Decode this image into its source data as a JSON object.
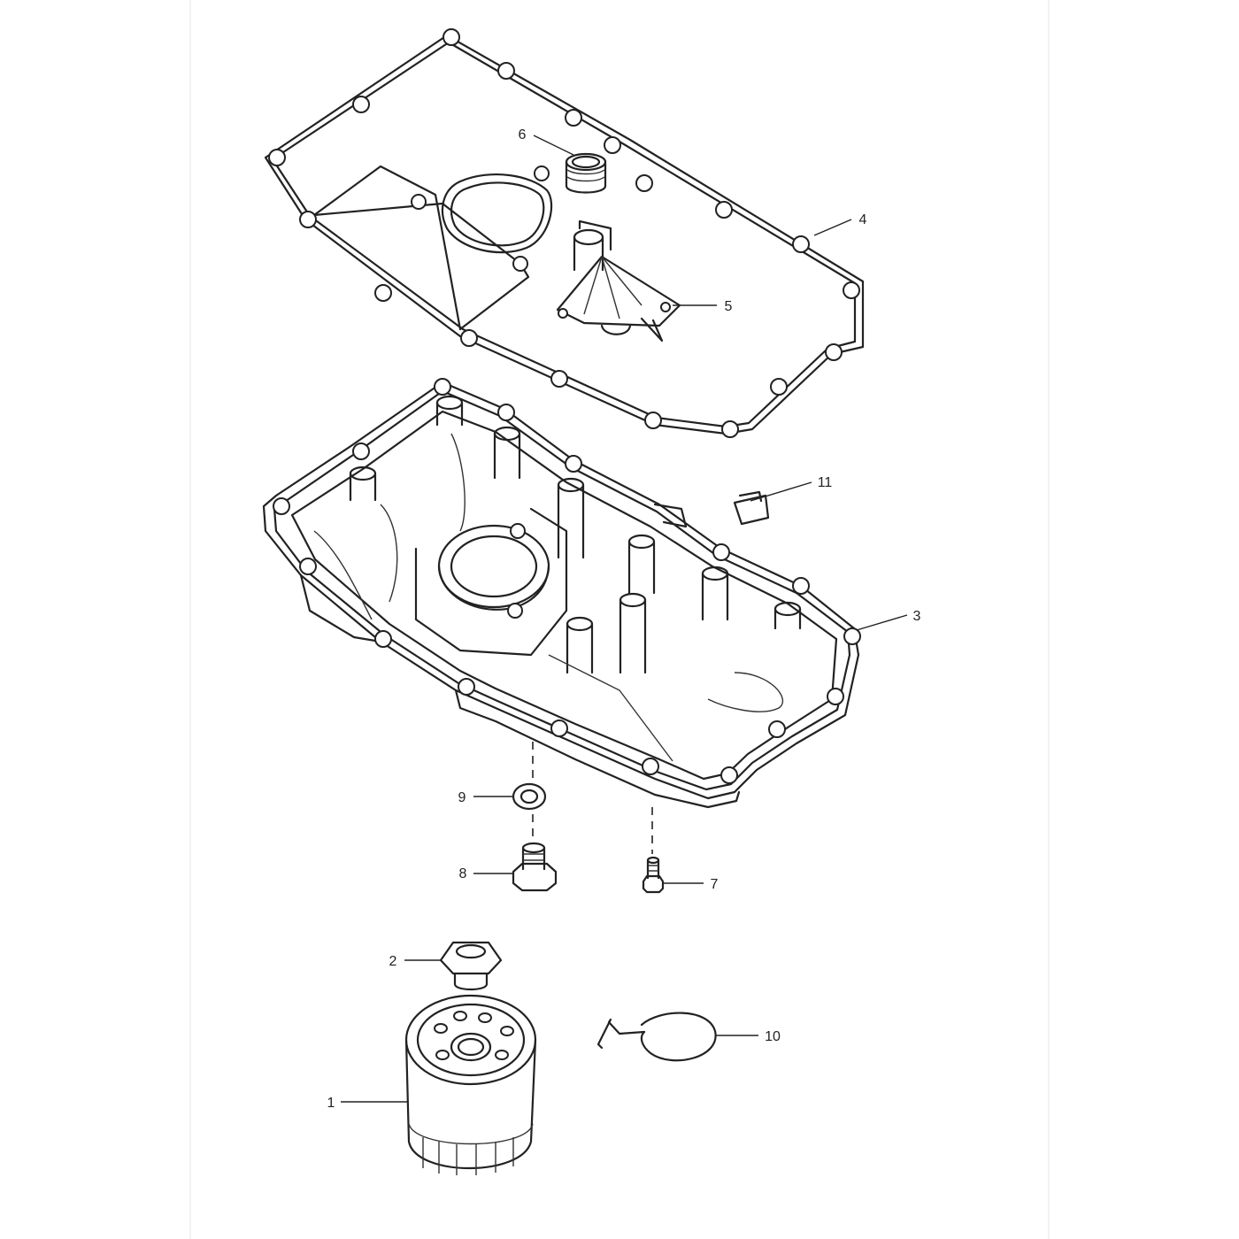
{
  "callouts": {
    "1": "1",
    "2": "2",
    "3": "3",
    "4": "4",
    "5": "5",
    "6": "6",
    "7": "7",
    "8": "8",
    "9": "9",
    "10": "10",
    "11": "11"
  }
}
